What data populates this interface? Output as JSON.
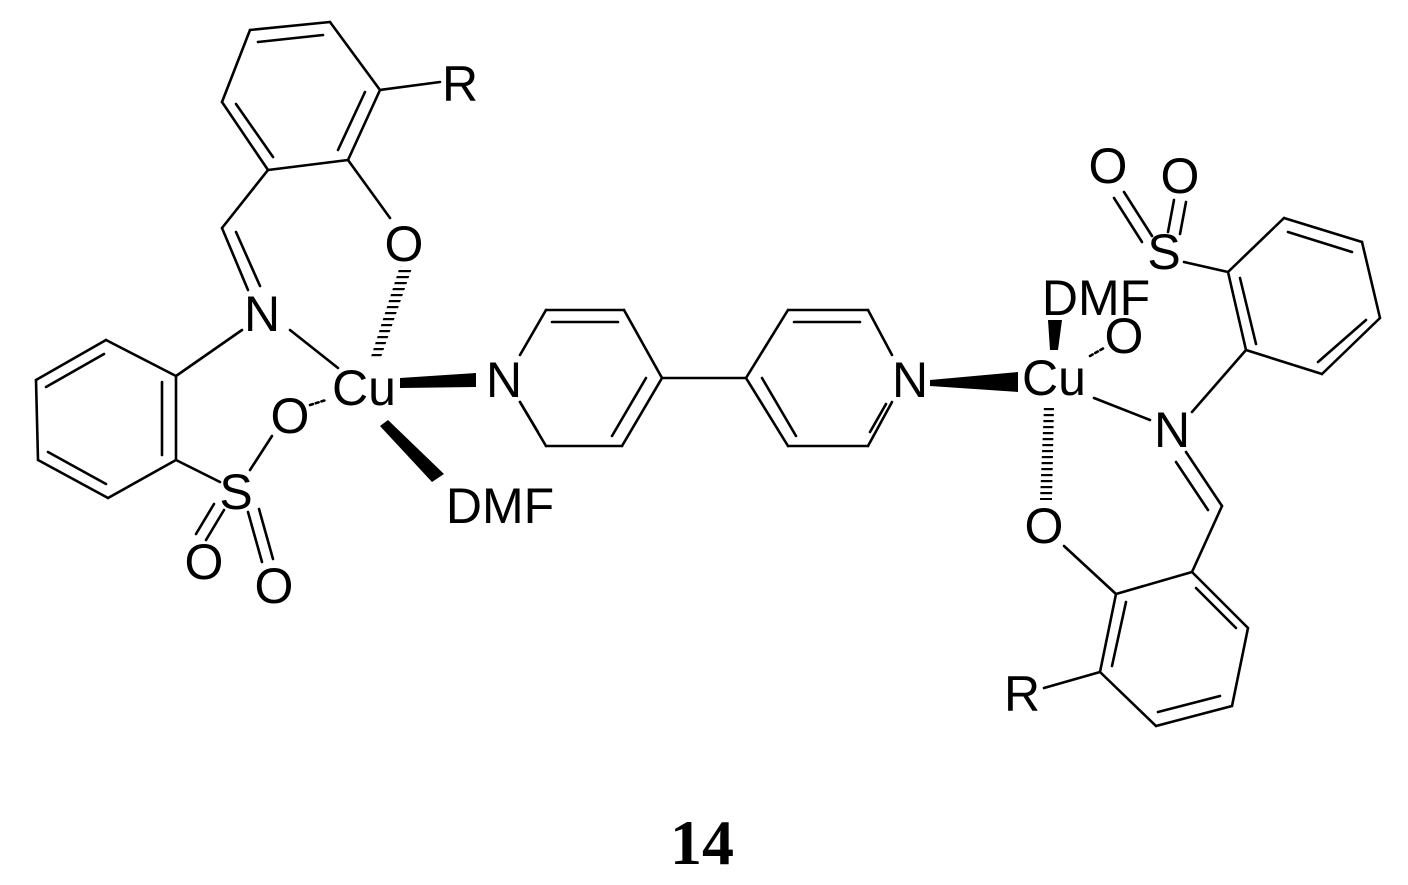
{
  "compound_number": "14",
  "atoms": {
    "R": "R",
    "O": "O",
    "N": "N",
    "S": "S",
    "Cu": "Cu",
    "DMF": "DMF"
  },
  "colors": {
    "ink": "#000000",
    "background": "#ffffff"
  }
}
